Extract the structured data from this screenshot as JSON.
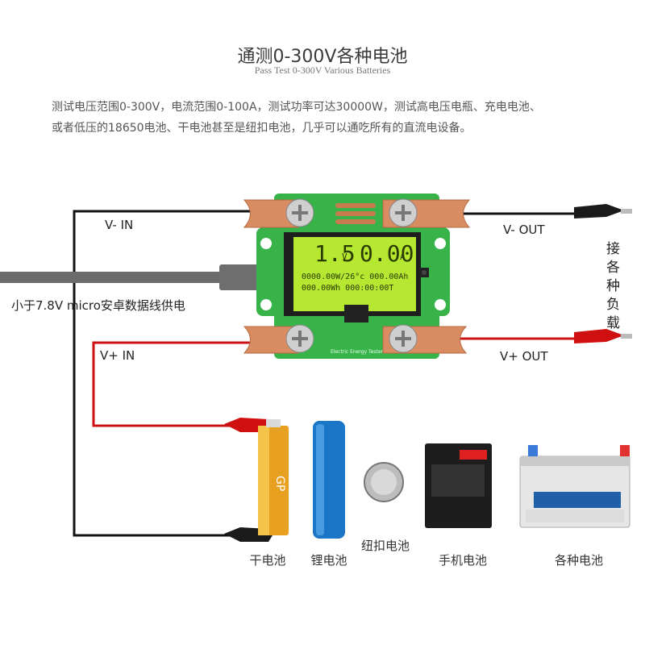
{
  "header": {
    "title": "通测0-300V各种电池",
    "subtitle": "Pass Test 0-300V Various Batteries",
    "description_line1": "测试电压范围0-300V，电流范围0-100A，测试功率可达30000W，测试高电压电瓶、充电电池、",
    "description_line2": "或者低压的18650电池、干电池甚至是纽扣电池，几乎可以通吃所有的直流电设备。"
  },
  "wiring": {
    "v_minus_in": "V- IN",
    "v_minus_out": "V- OUT",
    "v_plus_in": "V+ IN",
    "v_plus_out": "V+ OUT",
    "power_note": "小于7.8V micro安卓数据线供电",
    "load_note": "接各种负载"
  },
  "meter": {
    "voltage": "1.5",
    "voltage_unit": "V",
    "current": "0.00",
    "current_unit": "A",
    "row1": "0000.00W/26°c 000.00Ah",
    "row2": "000.00Wh  000:00:00T",
    "board_label": "Electric Energy Tester"
  },
  "batteries": [
    {
      "label": "干电池"
    },
    {
      "label": "锂电池"
    },
    {
      "label": "纽扣电池"
    },
    {
      "label": "手机电池"
    },
    {
      "label": "各种电池"
    }
  ],
  "colors": {
    "pcb": "#37b34a",
    "lcd": "#b6e832",
    "wire_black": "#111111",
    "wire_red": "#cc1111",
    "copper": "#d98b62"
  }
}
